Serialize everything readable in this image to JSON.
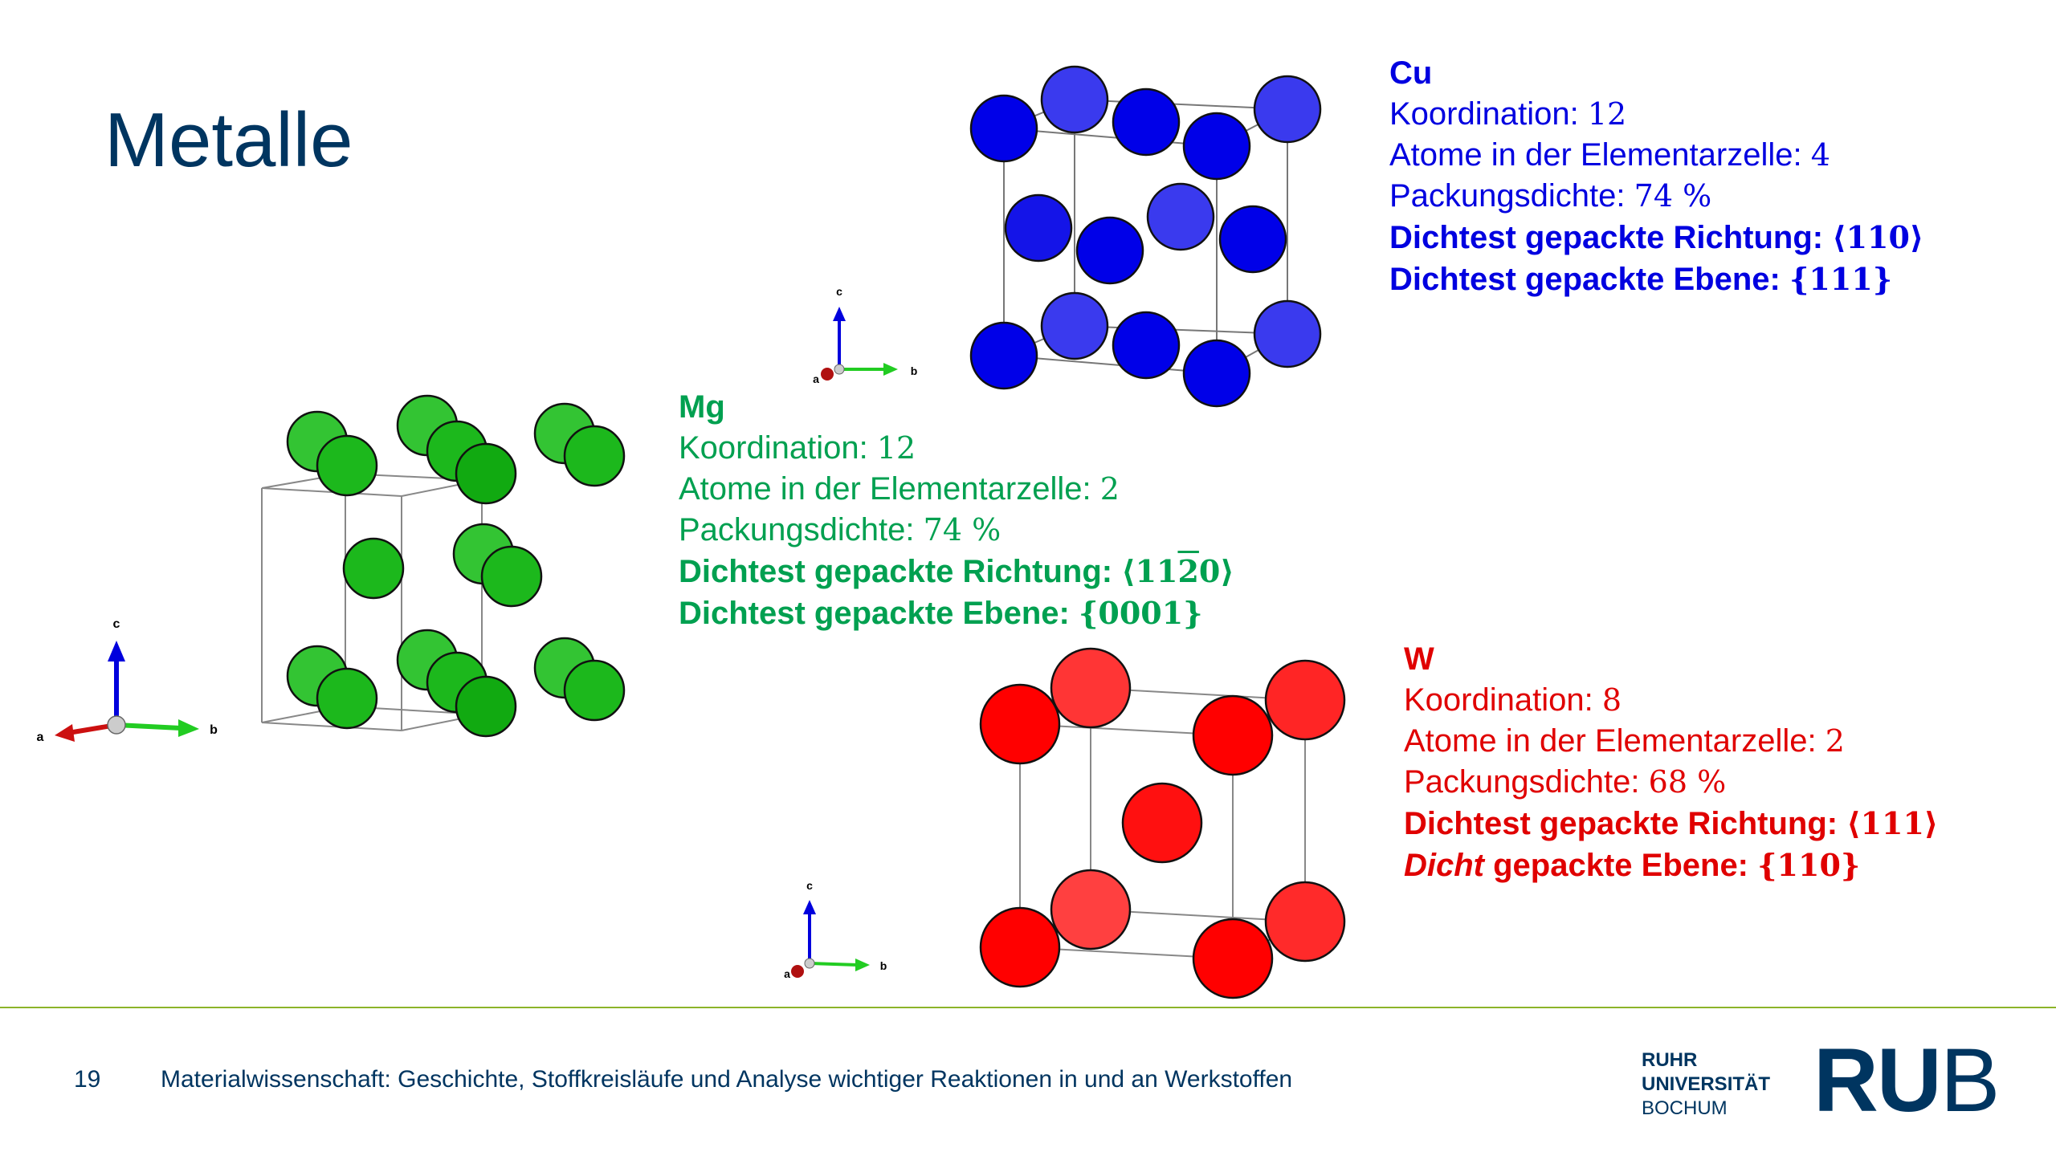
{
  "slide": {
    "title": "Metalle",
    "page_number": "19",
    "footer_text": "Materialwissenschaft: Geschichte, Stoffkreisläufe und Analyse wichtiger Reaktionen in und an Werkstoffen"
  },
  "logo": {
    "line1": "RUHR",
    "line2": "UNIVERSITÄT",
    "line3": "BOCHUM",
    "mark_bold": "RU",
    "mark_light": "B"
  },
  "axes": {
    "a": "a",
    "b": "b",
    "c": "c"
  },
  "cu": {
    "name": "Cu",
    "koordination_label": "Koordination: ",
    "koordination_value": "12",
    "atome_label": "Atome in der Elementarzelle: ",
    "atome_value": "4",
    "packung_label": "Packungsdichte: ",
    "packung_value": "74 %",
    "richtung_label": "Dichtest gepackte Richtung: ",
    "richtung_value": "⟨110⟩",
    "ebene_label": "Dichtest gepackte Ebene: ",
    "ebene_value": "{111}",
    "color": "#0000e0"
  },
  "mg": {
    "name": "Mg",
    "koordination_label": "Koordination: ",
    "koordination_value": "12",
    "atome_label": "Atome in der Elementarzelle: ",
    "atome_value": "2",
    "packung_label": "Packungsdichte: ",
    "packung_value": "74 %",
    "richtung_label": "Dichtest gepackte Richtung: ",
    "richtung_open": "⟨11",
    "richtung_overline": "2",
    "richtung_close": "0⟩",
    "ebene_label": "Dichtest gepackte Ebene: ",
    "ebene_value": "{0001}",
    "color": "#00a050"
  },
  "w": {
    "name": "W",
    "koordination_label": "Koordination: ",
    "koordination_value": "8",
    "atome_label": "Atome in der Elementarzelle: ",
    "atome_value": "2",
    "packung_label": "Packungsdichte: ",
    "packung_value": "68 %",
    "richtung_label": "Dichtest gepackte Richtung: ",
    "richtung_value": "⟨111⟩",
    "ebene_italic": "Dicht",
    "ebene_label": " gepackte Ebene: ",
    "ebene_value": "{110}",
    "color": "#e00000"
  },
  "colors": {
    "title": "#003560",
    "footer_line": "#8cb429",
    "cu_atom": "#0000ee",
    "mg_atom": "#1fc21f",
    "w_atom": "#ff1010"
  }
}
